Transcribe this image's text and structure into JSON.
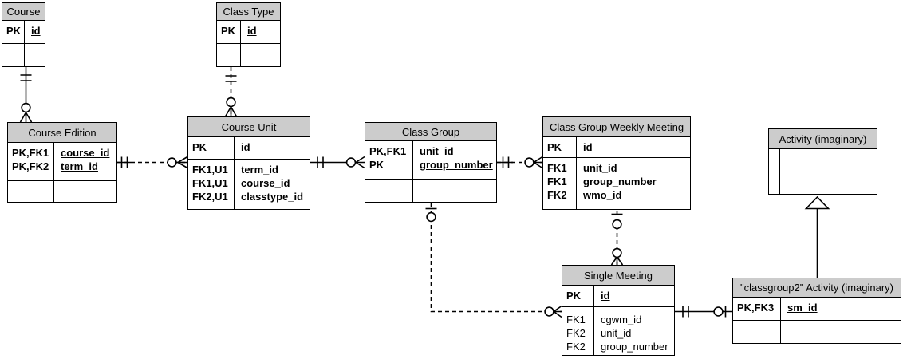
{
  "diagram_type": "entity-relationship-diagram",
  "colors": {
    "background": "#ffffff",
    "table_header_fill": "#cccccc",
    "table_border": "#000000",
    "inner_divider_gray": "#8c8c8c",
    "text": "#000000"
  },
  "entities": {
    "course": {
      "title": "Course",
      "rows": [
        {
          "key": "PK",
          "attr": "id"
        }
      ]
    },
    "class_type": {
      "title": "Class Type",
      "rows": [
        {
          "key": "PK",
          "attr": "id"
        }
      ]
    },
    "course_edition": {
      "title": "Course Edition",
      "rows": [
        {
          "key": "PK,FK1",
          "attr": "course_id"
        },
        {
          "key": "PK,FK2",
          "attr": "term_id"
        }
      ]
    },
    "course_unit": {
      "title": "Course Unit",
      "pk_rows": [
        {
          "key": "PK",
          "attr": "id"
        }
      ],
      "attr_rows": [
        {
          "key": "FK1,U1",
          "attr": "term_id"
        },
        {
          "key": "FK1,U1",
          "attr": "course_id"
        },
        {
          "key": "FK2,U1",
          "attr": "classtype_id"
        }
      ]
    },
    "class_group": {
      "title": "Class Group",
      "rows": [
        {
          "key": "PK,FK1",
          "attr": "unit_id"
        },
        {
          "key": "PK",
          "attr": "group_number"
        }
      ]
    },
    "class_group_weekly_meeting": {
      "title": "Class Group Weekly Meeting",
      "pk_rows": [
        {
          "key": "PK",
          "attr": "id"
        }
      ],
      "attr_rows": [
        {
          "key": "FK1",
          "attr": "unit_id"
        },
        {
          "key": "FK1",
          "attr": "group_number"
        },
        {
          "key": "FK2",
          "attr": "wmo_id"
        }
      ]
    },
    "activity": {
      "title": "Activity (imaginary)"
    },
    "single_meeting": {
      "title": "Single Meeting",
      "pk_rows": [
        {
          "key": "PK",
          "attr": "id"
        }
      ],
      "attr_rows": [
        {
          "key": "FK1",
          "attr": "cgwm_id"
        },
        {
          "key": "FK2",
          "attr": "unit_id"
        },
        {
          "key": "FK2",
          "attr": "group_number"
        }
      ]
    },
    "classgroup2_activity": {
      "title": "\"classgroup2\" Activity (imaginary)",
      "rows": [
        {
          "key": "PK,FK3",
          "attr": "sm_id"
        }
      ]
    }
  },
  "relationships": [
    {
      "from": "Course",
      "to": "Course Edition",
      "from_cardinality": "exactly-one",
      "to_cardinality": "zero-or-many",
      "line": "solid"
    },
    {
      "from": "Class Type",
      "to": "Course Unit",
      "from_cardinality": "exactly-one",
      "to_cardinality": "zero-or-many",
      "line": "dashed"
    },
    {
      "from": "Course Edition",
      "to": "Course Unit",
      "from_cardinality": "exactly-one",
      "to_cardinality": "zero-or-many",
      "line": "dashed"
    },
    {
      "from": "Course Unit",
      "to": "Class Group",
      "from_cardinality": "exactly-one",
      "to_cardinality": "zero-or-many",
      "line": "solid"
    },
    {
      "from": "Class Group",
      "to": "Class Group Weekly Meeting",
      "from_cardinality": "exactly-one",
      "to_cardinality": "zero-or-many",
      "line": "dashed"
    },
    {
      "from": "Class Group",
      "to": "Single Meeting",
      "from_cardinality": "zero-or-one",
      "to_cardinality": "zero-or-many",
      "line": "dashed"
    },
    {
      "from": "Class Group Weekly Meeting",
      "to": "Single Meeting",
      "from_cardinality": "zero-or-one",
      "to_cardinality": "zero-or-many",
      "line": "dashed"
    },
    {
      "from": "Single Meeting",
      "to": "\"classgroup2\" Activity (imaginary)",
      "from_cardinality": "exactly-one",
      "to_cardinality": "zero-or-one",
      "line": "solid"
    },
    {
      "from": "\"classgroup2\" Activity (imaginary)",
      "to": "Activity (imaginary)",
      "type": "inheritance",
      "line": "solid"
    }
  ]
}
